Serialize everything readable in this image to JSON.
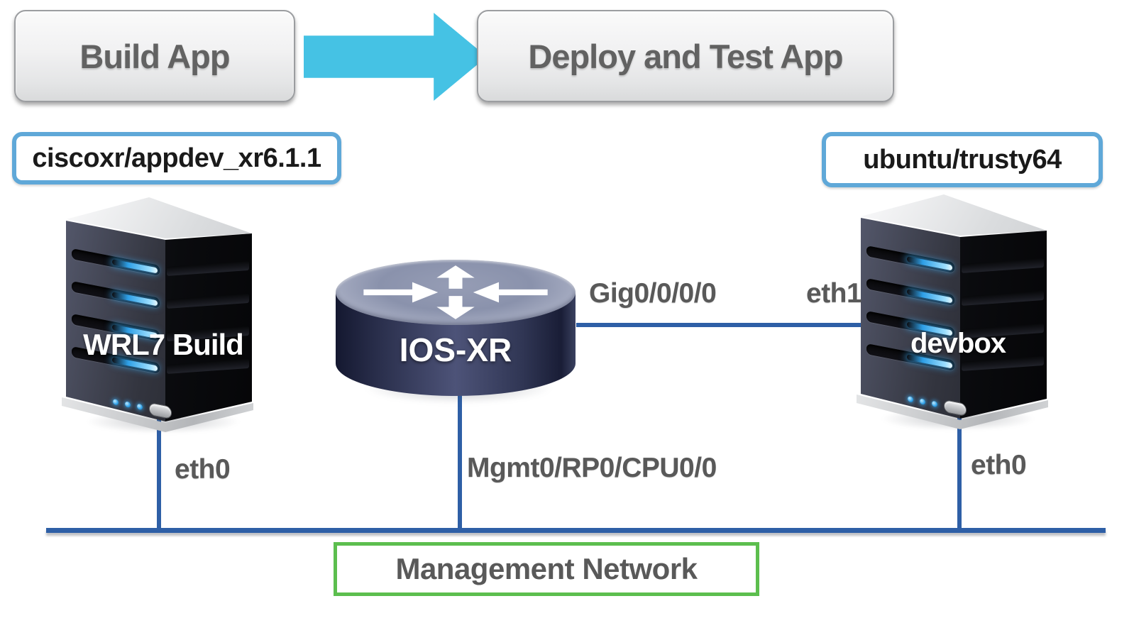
{
  "colors": {
    "accent_border": "#5FA8D8",
    "connection_blue": "#2E5FA6",
    "arrow_cyan": "#45C2E4",
    "green_border": "#5CBE4E",
    "label_gray": "#595959",
    "ink": "#1A1A1A"
  },
  "flow": {
    "step1": "Build App",
    "step2": "Deploy and Test App"
  },
  "images": {
    "build_box": "ciscoxr/appdev_xr6.1.1",
    "devbox_box": "ubuntu/trusty64"
  },
  "nodes": {
    "build_server": "WRL7 Build",
    "router": "IOS-XR",
    "devbox_server": "devbox"
  },
  "ports": {
    "router_data": "Gig0/0/0/0",
    "devbox_eth1": "eth1",
    "build_eth0": "eth0",
    "router_mgmt": "Mgmt0/RP0/CPU0/0",
    "devbox_eth0": "eth0"
  },
  "network": {
    "management_label": "Management Network"
  }
}
